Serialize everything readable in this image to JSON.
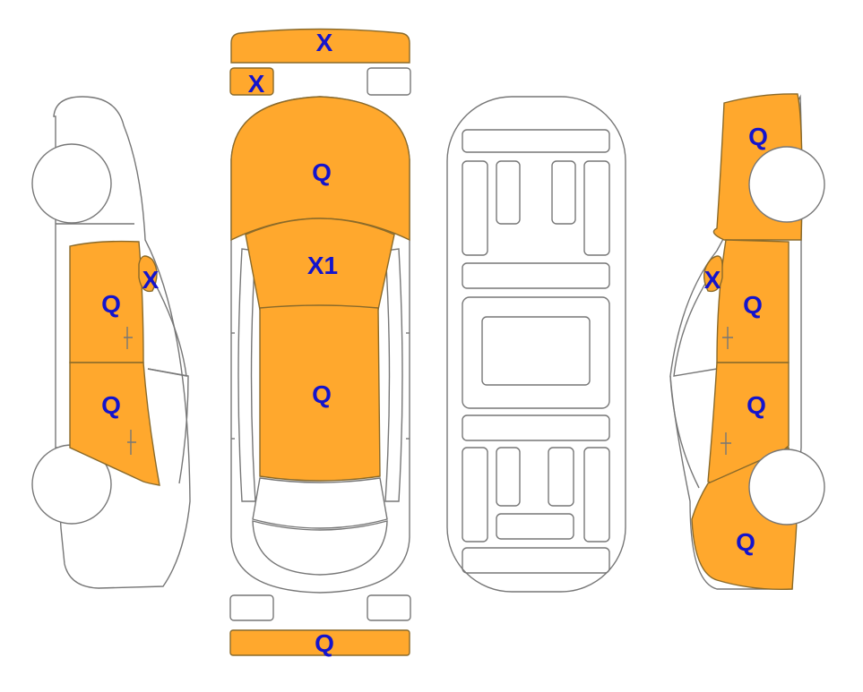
{
  "colors": {
    "damage_fill": "#FFA82D",
    "damage_stroke": "#8A6A2A",
    "label": "#1414CC",
    "outline": "#777777"
  },
  "labels": {
    "front_bumper": "X",
    "front_left_lamp": "X",
    "hood": "Q",
    "windshield": "X1",
    "roof": "Q",
    "rear_bumper": "Q",
    "left_mirror": "X",
    "left_front_door": "Q",
    "left_rear_door": "Q",
    "right_fender": "Q",
    "right_mirror": "X",
    "right_front_door": "Q",
    "right_rear_door": "Q",
    "right_quarter_panel": "Q"
  }
}
